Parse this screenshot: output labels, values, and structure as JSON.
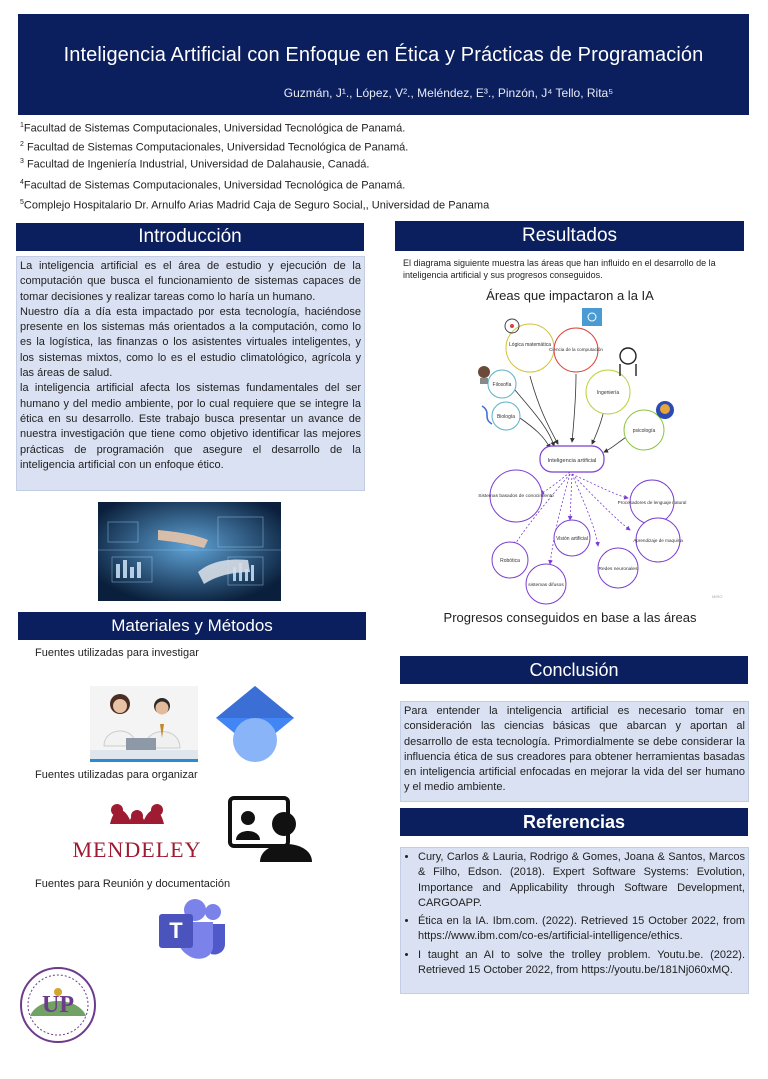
{
  "header": {
    "title": "Inteligencia Artificial con Enfoque en Ética y Prácticas de Programación",
    "authors": "Guzmán, J¹., López, V²., Meléndez, E³., Pinzón, J⁴ Tello, Rita⁵"
  },
  "affiliations": [
    {
      "sup": "1",
      "text": "Facultad de Sistemas Computacionales, Universidad Tecnológica de Panamá."
    },
    {
      "sup": "2",
      "text": " Facultad de Sistemas Computacionales, Universidad Tecnológica de Panamá."
    },
    {
      "sup": "3",
      "text": " Facultad de Ingeniería Industrial, Universidad de Dalahausie, Canadá."
    },
    {
      "sup": "4",
      "text": "Facultad de Sistemas Computacionales, Universidad Tecnológica de Panamá."
    },
    {
      "sup": "5",
      "text": "Complejo Hospitalario Dr. Arnulfo Arias Madrid Caja de Seguro Social,, Universidad de Panama"
    }
  ],
  "intro": {
    "heading": "Introducción",
    "paragraphs": [
      "La inteligencia artificial es el área de estudio y ejecución de la computación que busca el funcionamiento de sistemas capaces de tomar decisiones y realizar tareas como lo haría un humano.",
      "Nuestro día a día esta impactado por esta tecnología, haciéndose presente en los sistemas más orientados a la computación, como lo es la logística, las finanzas o los asistentes virtuales inteligentes, y los sistemas mixtos, como lo es el estudio climatológico, agrícola y las áreas de salud.",
      "la inteligencia artificial afecta los sistemas fundamentales del ser humano y del medio ambiente, por lo cual requiere que se integre la ética en su desarrollo. Este trabajo busca presentar un avance de nuestra investigación que tiene como objetivo identificar las mejores prácticas de programación que asegure el desarrollo de la inteligencia artificial con un enfoque ético."
    ]
  },
  "methods": {
    "heading": "Materiales y Métodos",
    "label_investigate": "Fuentes utilizadas para investigar",
    "label_organize": "Fuentes utilizadas para organizar",
    "label_meeting": "Fuentes para Reunión y documentación",
    "mendeley_text": "MENDELEY",
    "teams_letter": "T"
  },
  "results": {
    "heading": "Resultados",
    "intro": "El diagrama siguiente muestra las áreas que han influido en el desarrollo de la inteligencia artificial y sus progresos conseguidos.",
    "diagram_title": "Áreas que impactaron a la IA",
    "progress_title": "Progresos conseguidos en base a las áreas",
    "areas": [
      "Lógica matemática",
      "Ciencia de la computación",
      "Filosofía",
      "Ingeniería",
      "Biología",
      "psicología"
    ],
    "center": "Inteligencia artificial",
    "progress": [
      "Sistemas basados de conocimiento",
      "Procesadores de lenguaje natural",
      "Visión artificial",
      "Aprendizaje de maquina",
      "Robótica",
      "Redes neuronales",
      "sistemas difusos"
    ],
    "watermark": "MIRO"
  },
  "conclusion": {
    "heading": "Conclusión",
    "text": "Para entender la inteligencia artificial es necesario tomar en consideración las ciencias básicas que abarcan y aportan al desarrollo de esta tecnología. Primordialmente se debe considerar la influencia ética de sus creadores para obtener herramientas basadas en inteligencia artificial enfocadas en mejorar la vida del ser humano y el medio ambiente."
  },
  "references": {
    "heading": "Referencias",
    "items": [
      "Cury, Carlos & Lauria, Rodrigo & Gomes, Joana & Santos, Marcos & Filho, Edson. (2018). Expert Software Systems: Evolution, Importance and Applicability through Software Development, CARGOAPP.",
      "Ética en la IA. Ibm.com. (2022). Retrieved 15 October 2022, from https://www.ibm.com/co-es/artificial-intelligence/ethics.",
      "I taught an AI to solve the trolley problem. Youtu.be. (2022). Retrieved 15 October 2022, from https://youtu.be/181Nj060xMQ."
    ]
  },
  "logo": {
    "text": "UP"
  },
  "colors": {
    "navy": "#0b1f5e",
    "panel": "#d9e1f2",
    "purple": "#7b3fd0"
  }
}
